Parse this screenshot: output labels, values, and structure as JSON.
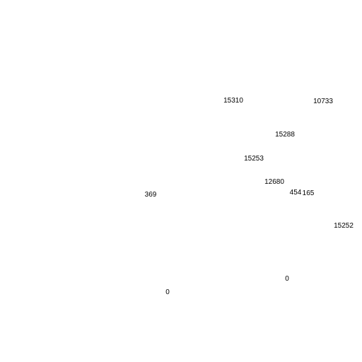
{
  "labels": {
    "a": "15310",
    "b": "10733",
    "c": "15288",
    "d": "15253",
    "e": "12680",
    "f": "454",
    "g": "165",
    "h": "369",
    "i": "15252",
    "j": "0",
    "k": "0"
  }
}
